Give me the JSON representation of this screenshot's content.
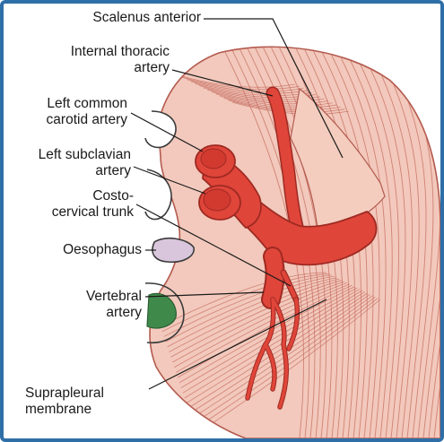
{
  "labels": {
    "scalenus_anterior": "Scalenus anterior",
    "internal_thoracic_artery": "Internal thoracic\nartery",
    "left_common_carotid_artery": "Left common\ncarotid artery",
    "left_subclavian_artery": "Left subclavian\nartery",
    "costocervical_trunk": "Costo-\ncervical trunk",
    "oesophagus": "Oesophagus",
    "vertebral_artery": "Vertebral\nartery",
    "suprapleural_membrane": "Suprapleural\nmembrane"
  },
  "colors": {
    "frame": "#2e6fa8",
    "muscle": "#f2c9bc",
    "muscle_stroke": "#c46a5e",
    "artery": "#e0453a",
    "artery_dark": "#9e2a22",
    "oesophagus": "#d9c6dc",
    "trachea_green": "#3f8a4b"
  }
}
